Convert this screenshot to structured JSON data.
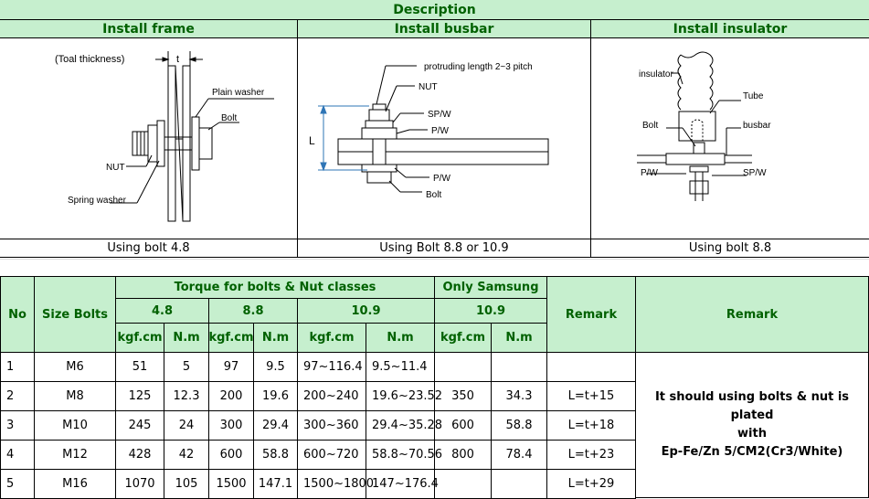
{
  "description": "Description",
  "sections": [
    {
      "title": "Install frame",
      "caption": "Using bolt 4.8"
    },
    {
      "title": "Install busbar",
      "caption": "Using Bolt 8.8 or 10.9"
    },
    {
      "title": "Install insulator",
      "caption": "Using bolt 8.8"
    }
  ],
  "frame_labels": {
    "total_thickness": "(Toal thickness)",
    "t": "t",
    "plain_washer": "Plain washer",
    "bolt": "Bolt",
    "nut": "NUT",
    "spring_washer": "Spring washer"
  },
  "busbar_labels": {
    "protruding": "protruding length 2~3 pitch",
    "nut": "NUT",
    "spw": "SP/W",
    "pw_top": "P/W",
    "L": "L",
    "pw_bottom": "P/W",
    "bolt": "Bolt"
  },
  "insulator_labels": {
    "insulator": "insulator",
    "tube": "Tube",
    "bolt": "Bolt",
    "busbar": "busbar",
    "pw": "P/W",
    "spw": "SP/W"
  },
  "table": {
    "headers": {
      "no": "No",
      "size": "Size  Bolts",
      "torque": "Torque for bolts & Nut classes",
      "only_samsung": "Only Samsung",
      "c48": "4.8",
      "c88": "8.8",
      "c109": "10.9",
      "c109s": "10.9",
      "kgf": "kgf.cm",
      "nm": "N.m",
      "remark1": "Remark",
      "remark2": "Remark"
    },
    "rows": [
      {
        "no": "1",
        "size": "M6",
        "a": "51",
        "b": "5",
        "c": "97",
        "d": "9.5",
        "e": "97~116.4",
        "f": "9.5~11.4",
        "g": "",
        "h": "",
        "r": ""
      },
      {
        "no": "2",
        "size": "M8",
        "a": "125",
        "b": "12.3",
        "c": "200",
        "d": "19.6",
        "e": "200~240",
        "f": "19.6~23.52",
        "g": "350",
        "h": "34.3",
        "r": "L=t+15"
      },
      {
        "no": "3",
        "size": "M10",
        "a": "245",
        "b": "24",
        "c": "300",
        "d": "29.4",
        "e": "300~360",
        "f": "29.4~35.28",
        "g": "600",
        "h": "58.8",
        "r": "L=t+18"
      },
      {
        "no": "4",
        "size": "M12",
        "a": "428",
        "b": "42",
        "c": "600",
        "d": "58.8",
        "e": "600~720",
        "f": "58.8~70.56",
        "g": "800",
        "h": "78.4",
        "r": "L=t+23"
      },
      {
        "no": "5",
        "size": "M16",
        "a": "1070",
        "b": "105",
        "c": "1500",
        "d": "147.1",
        "e": "1500~1800",
        "f": "147~176.4",
        "g": "",
        "h": "",
        "r": "L=t+29"
      }
    ],
    "remark_text": [
      "It should using bolts & nut is plated",
      "with",
      "Ep-Fe/Zn 5/CM2(Cr3/White)"
    ]
  }
}
